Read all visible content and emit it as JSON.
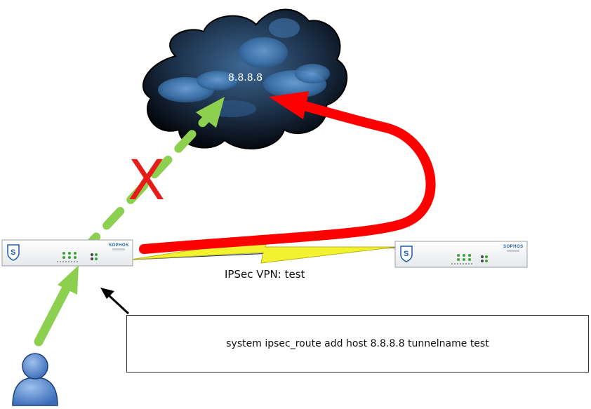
{
  "cloud": {
    "label": "8.8.8.8"
  },
  "tunnel": {
    "label": "IPSec VPN: test"
  },
  "failed_path": {
    "mark": "X"
  },
  "firewall_left": {
    "brand": "SOPHOS",
    "logo": "S"
  },
  "firewall_right": {
    "brand": "SOPHOS",
    "logo": "S"
  },
  "command_box": {
    "text": "system ipsec_route add host 8.8.8.8 tunnelname test"
  },
  "colors": {
    "direct_arrow": "#8dcf4e",
    "tunnel_route": "#ff0000",
    "vpn_bolt": "#f2f230",
    "cloud_dark": "#101a28",
    "cloud_light": "#4d86bf",
    "user": "#4a7fcb"
  }
}
